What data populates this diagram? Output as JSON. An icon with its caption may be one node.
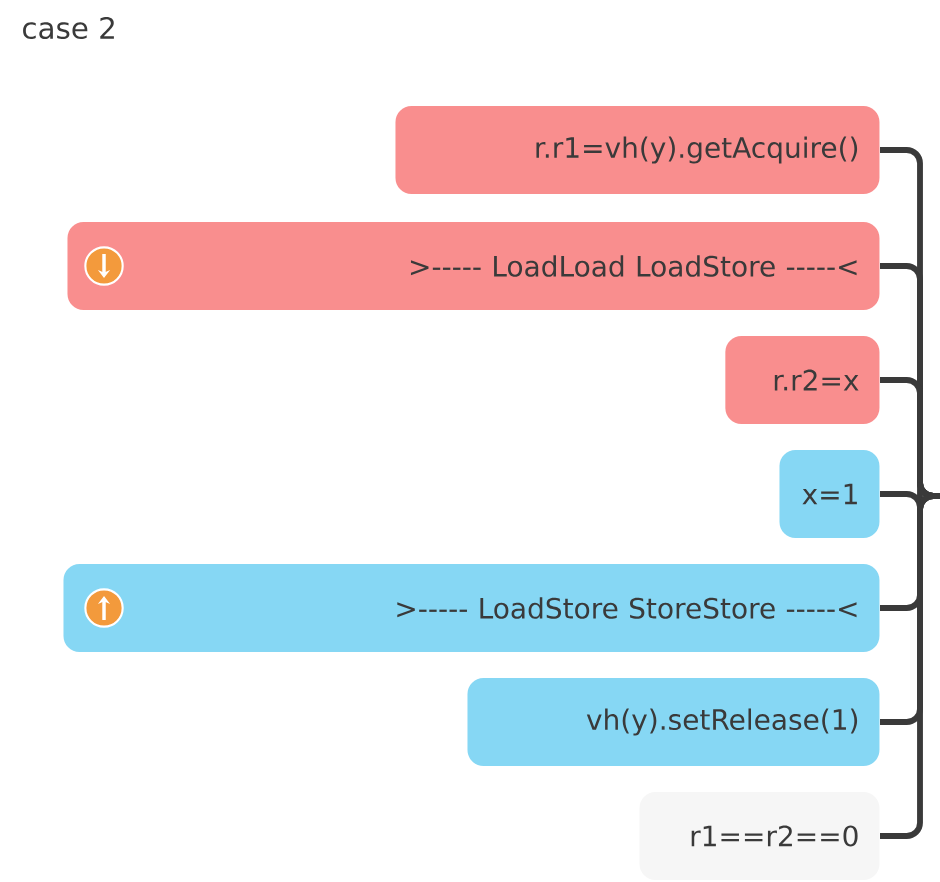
{
  "diagram": {
    "title": "case 2",
    "nodes": [
      {
        "text": [
          "r.r1=vh(y).getAcquire()"
        ]
      },
      {
        "text": [
          ">----- LoadLoad  LoadStore -----<"
        ]
      },
      {
        "text": [
          "r.r2=x"
        ]
      },
      {
        "text": [
          "x=1"
        ]
      },
      {
        "text": [
          ">----- LoadStore StoreStore -----<"
        ]
      },
      {
        "text": [
          "vh(y).setRelease(1)"
        ]
      },
      {
        "text": [
          "r1==r2==0"
        ]
      }
    ],
    "edges": [
      {
        "from": null,
        "to": 0,
        "arrow": "none"
      },
      {
        "from": null,
        "to": 1,
        "arrow": "none"
      },
      {
        "from": null,
        "to": 2,
        "arrow": "none"
      },
      {
        "from": null,
        "to": 3,
        "arrow": "none"
      },
      {
        "from": null,
        "to": 4,
        "arrow": "none"
      },
      {
        "from": null,
        "to": 5,
        "arrow": "none"
      },
      {
        "from": null,
        "to": 6,
        "arrow": "none"
      }
    ]
  }
}
